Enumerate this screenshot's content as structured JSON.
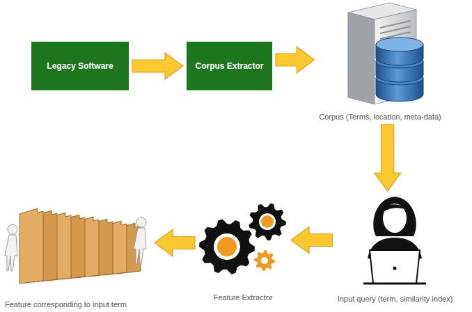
{
  "diagram": {
    "nodes": [
      {
        "text": [
          "Legacy Software"
        ]
      },
      {
        "text": [
          "Corpus Extractor"
        ]
      },
      {
        "text": [
          "Corpus (Terms, location, meta-data)"
        ]
      },
      {
        "text": [
          "Input query (term, similarity index)"
        ]
      },
      {
        "text": [
          "Feature Extractor"
        ]
      },
      {
        "text": [
          "Feature corresponding to input term"
        ]
      }
    ],
    "edges": [
      {
        "from": 0,
        "to": 1,
        "arrow": "to"
      },
      {
        "from": 1,
        "to": 2,
        "arrow": "to"
      },
      {
        "from": 2,
        "to": 3,
        "arrow": "to"
      },
      {
        "from": 3,
        "to": 4,
        "arrow": "to"
      },
      {
        "from": 4,
        "to": 5,
        "arrow": "to"
      }
    ]
  }
}
